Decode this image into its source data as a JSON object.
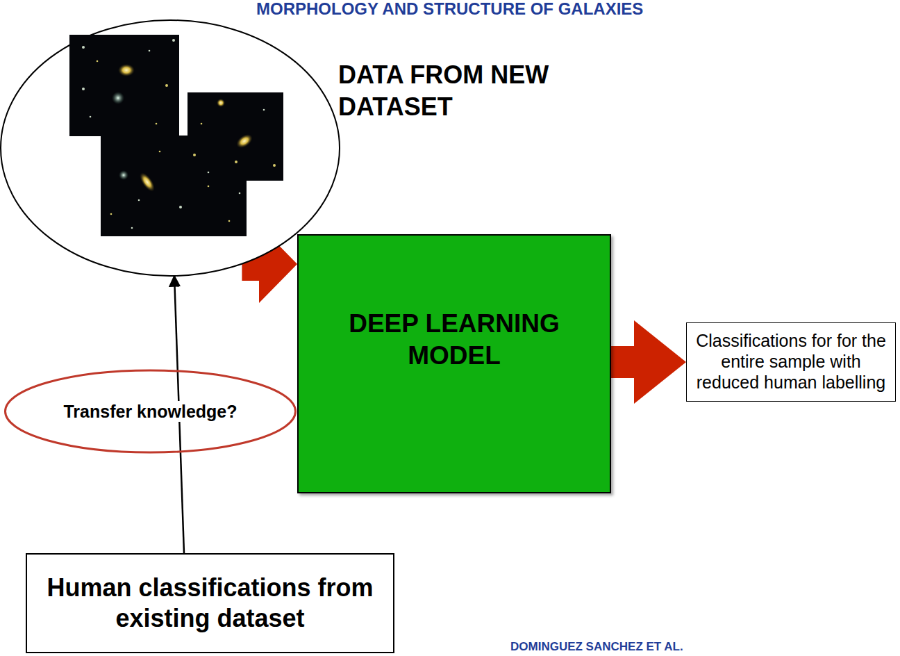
{
  "diagram": {
    "nodes": [
      {
        "text": [
          "DATA FROM NEW DATASET"
        ]
      },
      {
        "text": [
          "DEEP LEARNING MODEL"
        ]
      },
      {
        "text": [
          "Classifications for for the entire sample with reduced human labelling"
        ]
      },
      {
        "text": [
          "Human classifications from existing dataset"
        ]
      },
      {
        "text": [
          "Transfer knowledge?"
        ]
      }
    ],
    "edges": [
      {
        "from": 0,
        "to": 1,
        "arrow": "to"
      },
      {
        "from": 1,
        "to": 2,
        "arrow": "to"
      },
      {
        "from": 3,
        "to": 0,
        "arrow": "to"
      }
    ],
    "labels": [
      "MORPHOLOGY AND STRUCTURE OF GALAXIES",
      "DOMINGUEZ SANCHEZ ET AL."
    ]
  }
}
